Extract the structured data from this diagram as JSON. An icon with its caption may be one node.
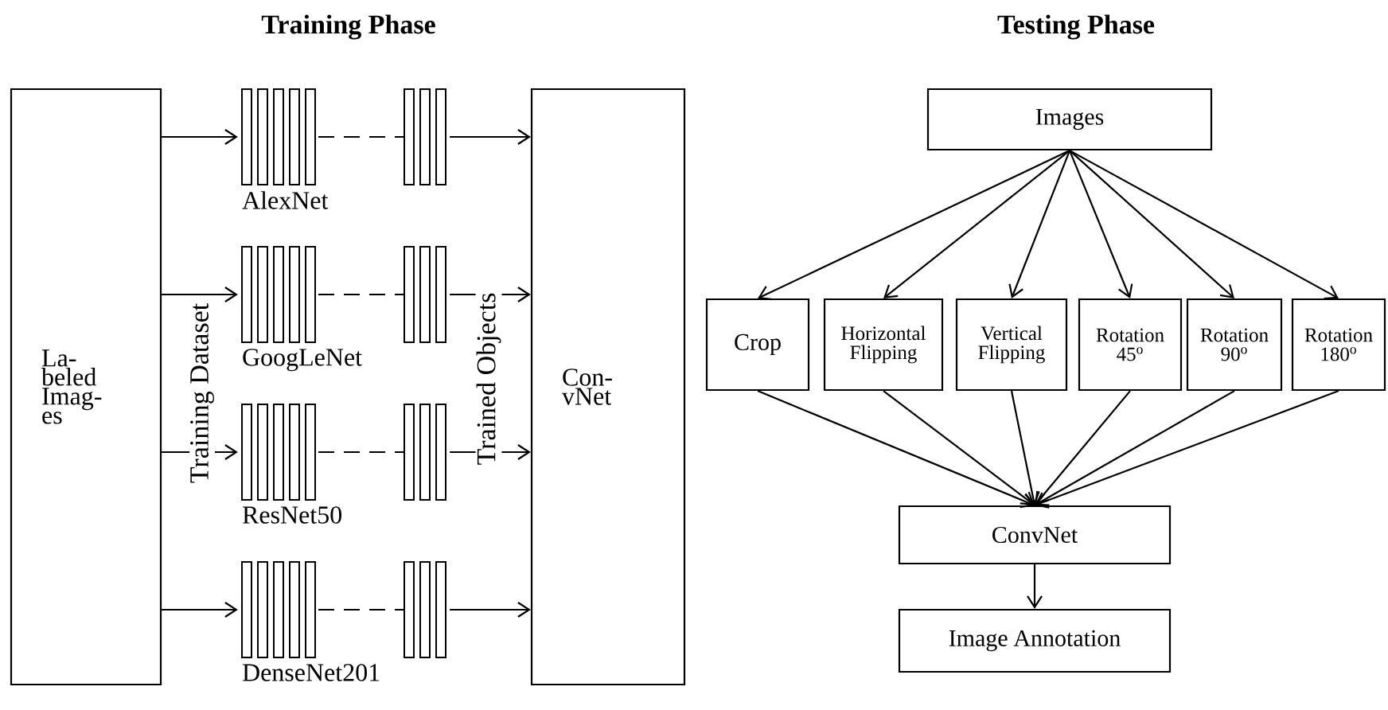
{
  "diagram": {
    "nodes": [
      {
        "text": [
          "La- beled Imag- es"
        ]
      },
      {
        "text": [
          "AlexNet"
        ]
      },
      {
        "text": [
          "GoogLeNet"
        ]
      },
      {
        "text": [
          "ResNet50"
        ]
      },
      {
        "text": [
          "DenseNet201"
        ]
      },
      {
        "text": [
          "Con- vNet"
        ]
      },
      {
        "text": [
          "Images"
        ]
      },
      {
        "text": [
          "Crop"
        ]
      },
      {
        "text": [
          "Horizontal Flipping"
        ]
      },
      {
        "text": [
          "Vertical Flipping"
        ]
      },
      {
        "text": [
          "Rotation 45$^{o}$"
        ]
      },
      {
        "text": [
          "Rotation 90$^{o}$"
        ]
      },
      {
        "text": [
          "Rotation 180$^{o}$"
        ]
      },
      {
        "text": [
          "ConvNet"
        ]
      },
      {
        "text": [
          "Image Annotation"
        ]
      }
    ],
    "edges": [
      {
        "from": 0,
        "to": 1,
        "arrow": "to"
      },
      {
        "from": 0,
        "to": 2,
        "arrow": "to"
      },
      {
        "from": 0,
        "to": 3,
        "arrow": "to"
      },
      {
        "from": 0,
        "to": 4,
        "arrow": "to"
      },
      {
        "from": 1,
        "to": 5,
        "arrow": "to"
      },
      {
        "from": 2,
        "to": 5,
        "arrow": "to"
      },
      {
        "from": 3,
        "to": 5,
        "arrow": "to"
      },
      {
        "from": 4,
        "to": 5,
        "arrow": "to"
      },
      {
        "from": 6,
        "to": 7,
        "arrow": "to"
      },
      {
        "from": 6,
        "to": 8,
        "arrow": "to"
      },
      {
        "from": 6,
        "to": 9,
        "arrow": "to"
      },
      {
        "from": 6,
        "to": 10,
        "arrow": "to"
      },
      {
        "from": 6,
        "to": 11,
        "arrow": "to"
      },
      {
        "from": 6,
        "to": 12,
        "arrow": "to"
      },
      {
        "from": 7,
        "to": 13,
        "arrow": "to"
      },
      {
        "from": 8,
        "to": 13,
        "arrow": "to"
      },
      {
        "from": 9,
        "to": 13,
        "arrow": "to"
      },
      {
        "from": 10,
        "to": 13,
        "arrow": "to"
      },
      {
        "from": 11,
        "to": 13,
        "arrow": "to"
      },
      {
        "from": 12,
        "to": 13,
        "arrow": "to"
      },
      {
        "from": 13,
        "to": 14,
        "arrow": "to"
      }
    ],
    "labels": [
      "Training Phase",
      "Testing Phase",
      "Training Dataset",
      "Trained Objects"
    ]
  }
}
